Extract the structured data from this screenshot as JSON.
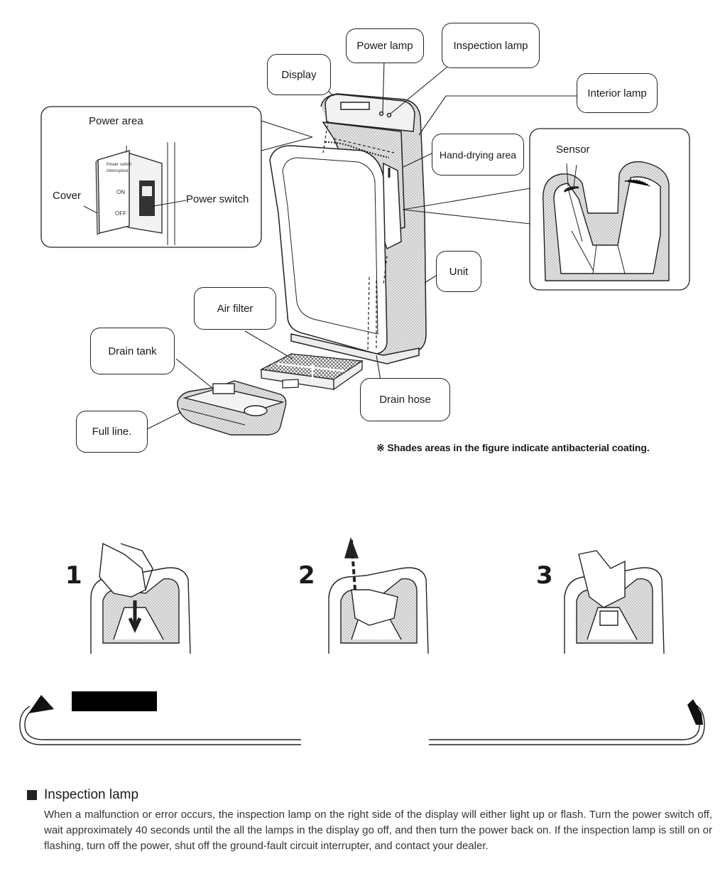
{
  "callouts": {
    "power_lamp": "Power lamp",
    "inspection_lamp": "Inspection lamp",
    "display": "Display",
    "interior_lamp": "Interior lamp",
    "hand_drying_area": "Hand-drying area",
    "unit": "Unit",
    "air_filter": "Air filter",
    "drain_tank": "Drain tank",
    "full_line": "Full line.",
    "drain_hose": "Drain hose"
  },
  "power_inset": {
    "title": "Power area",
    "cover": "Cover",
    "power_switch": "Power switch",
    "cover_text_1": "Power switch",
    "cover_text_2": "Interruptour",
    "on": "ON",
    "off": "OFF"
  },
  "sensor_inset": {
    "title": "Sensor"
  },
  "note": "※ Shades areas in the figure indicate antibacterial coating.",
  "steps": [
    "1",
    "2",
    "3"
  ],
  "section": {
    "heading": "Inspection lamp",
    "body": "When a malfunction or error occurs, the inspection lamp on the right side of the display will either light up or flash. Turn the power switch off, wait approximately 40 seconds until the all the lamps in the display go off, and then turn the power back on. If the inspection lamp is still on or flashing, turn off the power, shut off the ground-fault circuit interrupter, and contact your dealer."
  },
  "colors": {
    "ink": "#1a1a1a",
    "shade": "#d8d8d8",
    "redaction": "#000000"
  }
}
